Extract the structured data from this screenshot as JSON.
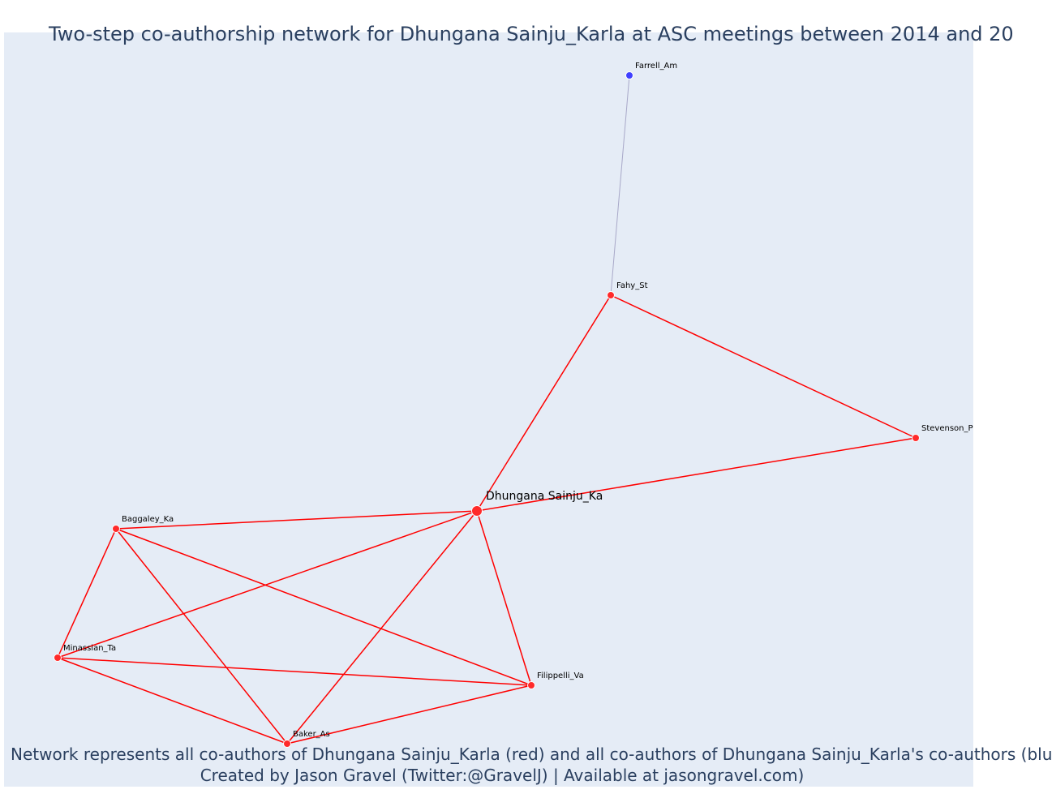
{
  "title": "Two-step co-authorship network for Dhungana Sainju_Karla at ASC meetings between 2014 and 20",
  "caption_line1": "Network represents all co-authors of Dhungana Sainju_Karla (red) and all co-authors of Dhungana Sainju_Karla's co-authors (blu",
  "caption_line2": "Created by Jason Gravel (Twitter:@GravelJ) | Available at jasongravel.com)",
  "colors": {
    "background": "#e5ecf6",
    "coauthor_node": "#ff2a2a",
    "second_step_node": "#3f3fff",
    "coauthor_edge": "#ff0000",
    "second_step_edge": "#a8a8c8",
    "text": "#2a3f5f"
  },
  "nodes": [
    {
      "id": "dhungana",
      "label": "Dhungana Sainju_Ka",
      "group": "focal"
    },
    {
      "id": "fahy",
      "label": "Fahy_St",
      "group": "coauthor"
    },
    {
      "id": "farrell",
      "label": "Farrell_Am",
      "group": "second_step"
    },
    {
      "id": "stevenson",
      "label": "Stevenson_P",
      "group": "coauthor"
    },
    {
      "id": "baggaley",
      "label": "Baggaley_Ka",
      "group": "coauthor"
    },
    {
      "id": "minassian",
      "label": "Minassian_Ta",
      "group": "coauthor"
    },
    {
      "id": "filippelli",
      "label": "Filippelli_Va",
      "group": "coauthor"
    },
    {
      "id": "baker",
      "label": "Baker_As",
      "group": "coauthor"
    }
  ],
  "edges": [
    {
      "source": "farrell",
      "target": "fahy",
      "group": "second_step"
    },
    {
      "source": "fahy",
      "target": "dhungana",
      "group": "coauthor"
    },
    {
      "source": "fahy",
      "target": "stevenson",
      "group": "coauthor"
    },
    {
      "source": "dhungana",
      "target": "stevenson",
      "group": "coauthor"
    },
    {
      "source": "dhungana",
      "target": "baggaley",
      "group": "coauthor"
    },
    {
      "source": "dhungana",
      "target": "minassian",
      "group": "coauthor"
    },
    {
      "source": "dhungana",
      "target": "baker",
      "group": "coauthor"
    },
    {
      "source": "dhungana",
      "target": "filippelli",
      "group": "coauthor"
    },
    {
      "source": "baggaley",
      "target": "minassian",
      "group": "coauthor"
    },
    {
      "source": "baggaley",
      "target": "baker",
      "group": "coauthor"
    },
    {
      "source": "baggaley",
      "target": "filippelli",
      "group": "coauthor"
    },
    {
      "source": "minassian",
      "target": "filippelli",
      "group": "coauthor"
    },
    {
      "source": "minassian",
      "target": "baker",
      "group": "coauthor"
    },
    {
      "source": "baker",
      "target": "filippelli",
      "group": "coauthor"
    }
  ]
}
